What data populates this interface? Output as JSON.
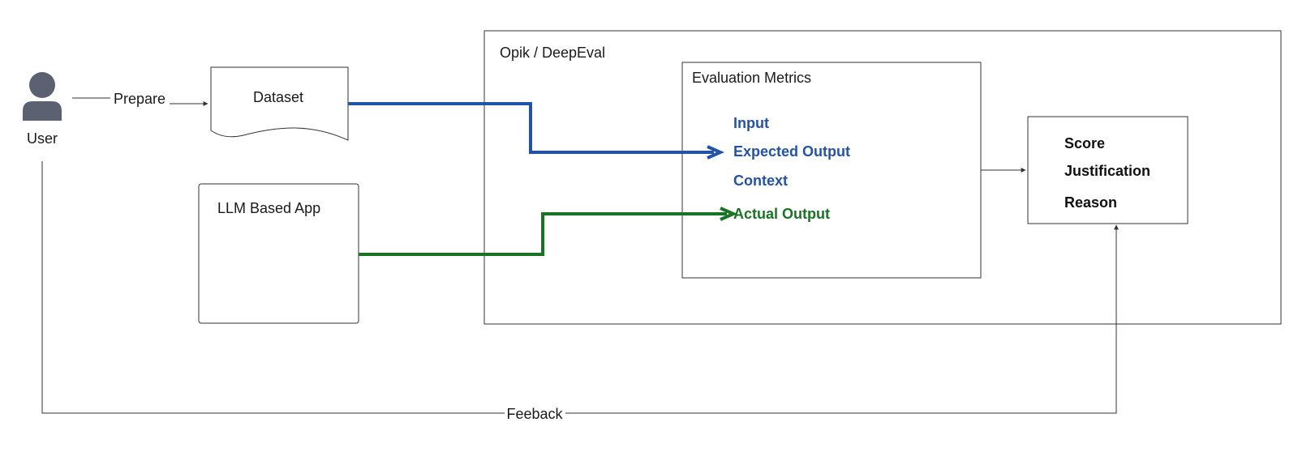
{
  "colors": {
    "blue": "#2353a8",
    "green": "#1a7324",
    "person": "#5b6170",
    "stroke": "#333333"
  },
  "user": {
    "label": "User",
    "icon": "user-icon"
  },
  "edges": {
    "prepare": "Prepare",
    "feedback": "Feeback"
  },
  "dataset": {
    "label": "Dataset"
  },
  "app": {
    "label": "LLM Based App"
  },
  "framework": {
    "label": "Opik / DeepEval"
  },
  "metrics": {
    "title": "Evaluation Metrics",
    "input": "Input",
    "expected_output": "Expected Output",
    "context": "Context",
    "actual_output": "Actual Output"
  },
  "results": {
    "score": "Score",
    "justification": "Justification",
    "reason": "Reason"
  }
}
